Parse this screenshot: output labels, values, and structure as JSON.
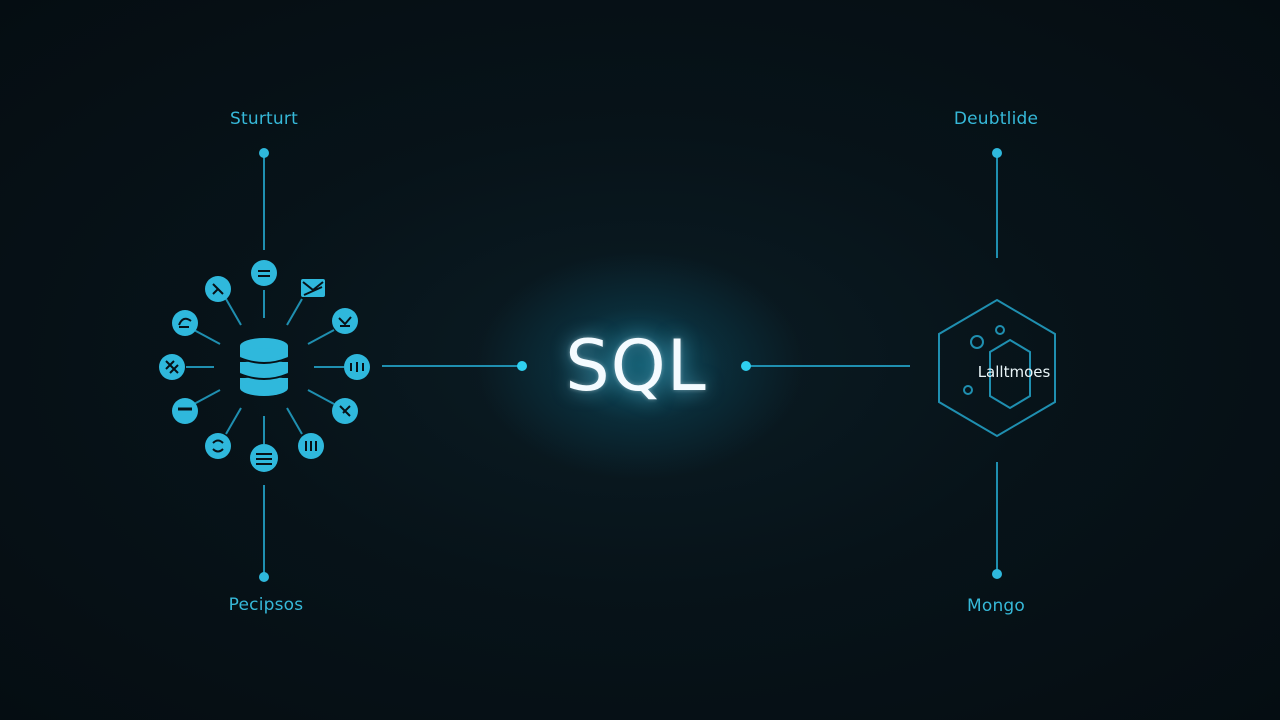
{
  "labels": {
    "top_left": "Sturturt",
    "bottom_left": "Pecipsos",
    "top_right": "Deubtlide",
    "bottom_right": "Mongo",
    "center": "SQL",
    "hex_inner": "Lalltmoes"
  },
  "colors": {
    "background": "#071117",
    "accent": "#2fb8dc",
    "line": "#1f8fb0",
    "title": "#f4fbff"
  },
  "icons": {
    "hub": "database-stack-icon",
    "satellites": [
      "settings-icon",
      "mail-icon",
      "settings-icon",
      "link-icon",
      "settings-icon",
      "settings-icon",
      "database-icon",
      "settings-icon",
      "minus-icon",
      "settings-icon",
      "link-icon",
      "settings-icon"
    ],
    "right_node": "hexagon-icon"
  }
}
